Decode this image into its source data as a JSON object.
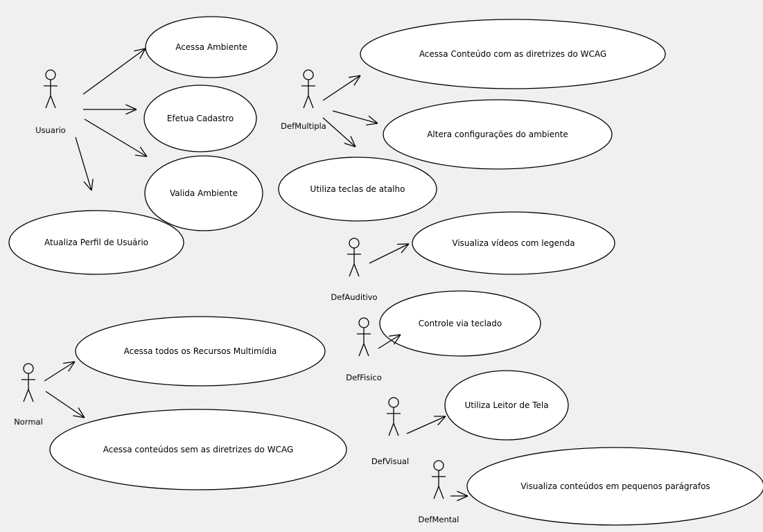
{
  "actors": {
    "usuario": "Usuario",
    "defmultipla": "DefMultipla",
    "defauditivo": "DefAuditivo",
    "deffisico": "DefFisico",
    "normal": "Normal",
    "defvisual": "DefVisual",
    "defmental": "DefMental"
  },
  "use_cases": {
    "acessa_ambiente": "Acessa Ambiente",
    "efetua_cadastro": "Efetua Cadastro",
    "valida_ambiente": "Valida Ambiente",
    "atualiza_perfil": "Atualiza Perfil de Usuário",
    "acessa_wcag": "Acessa Conteúdo com as diretrizes do WCAG",
    "altera_config": "Altera configurações do ambiente",
    "utiliza_teclas": "Utiliza teclas de atalho",
    "visualiza_videos": "Visualiza vídeos com legenda",
    "controle_teclado": "Controle via teclado",
    "acessa_multimidia": "Acessa todos os Recursos Multimídia",
    "acessa_sem_wcag": "Acessa conteúdos sem as diretrizes do WCAG",
    "leitor_tela": "Utiliza Leitor de Tela",
    "pequenos_paragrafos": "Visualiza conteúdos em pequenos parágrafos"
  }
}
